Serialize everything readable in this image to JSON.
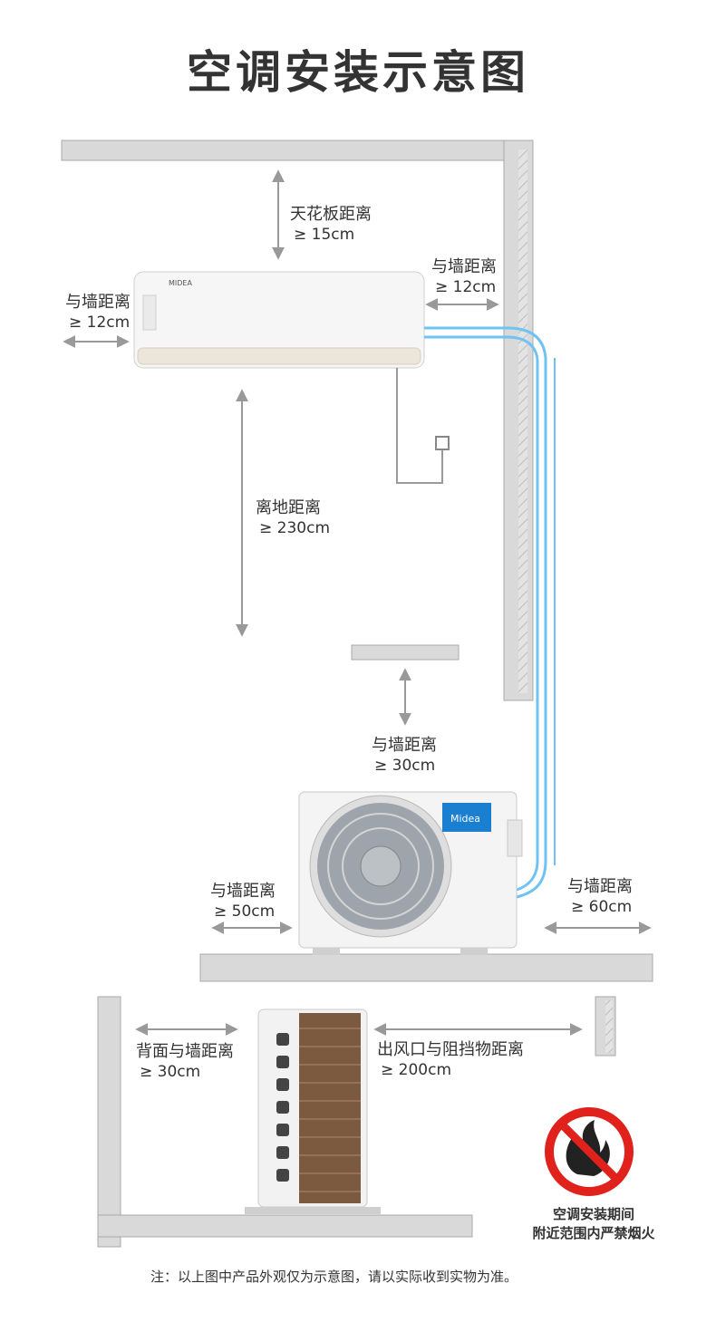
{
  "title": "空调安装示意图",
  "indoor": {
    "ceiling": {
      "label": "天花板距离",
      "value": "≥ 15cm"
    },
    "left_wall": {
      "label": "与墙距离",
      "value": "≥ 12cm"
    },
    "right_wall": {
      "label": "与墙距离",
      "value": "≥ 12cm"
    },
    "floor": {
      "label": "离地距离",
      "value": "≥ 230cm"
    },
    "brand_small": "Midea"
  },
  "outdoor": {
    "top_wall": {
      "label": "与墙距离",
      "value": "≥ 30cm"
    },
    "left_wall": {
      "label": "与墙距离",
      "value": "≥ 50cm"
    },
    "right_wall": {
      "label": "与墙距离",
      "value": "≥ 60cm"
    },
    "brand": "Midea"
  },
  "side_view": {
    "back_wall": {
      "label": "背面与墙距离",
      "value": "≥ 30cm"
    },
    "outlet": {
      "label": "出风口与阻挡物距离",
      "value": "≥ 200cm"
    }
  },
  "warning": {
    "line1": "空调安装期间",
    "line2": "附近范围内严禁烟火"
  },
  "footnote": "注：以上图中产品外观仅为示意图，请以实际收到实物为准。",
  "colors": {
    "pipe": "#6ec3f2",
    "wall": "#d9d9d9",
    "arrow": "#999999",
    "warning_red": "#e0211c",
    "brand_blue": "#1a7fd1"
  }
}
